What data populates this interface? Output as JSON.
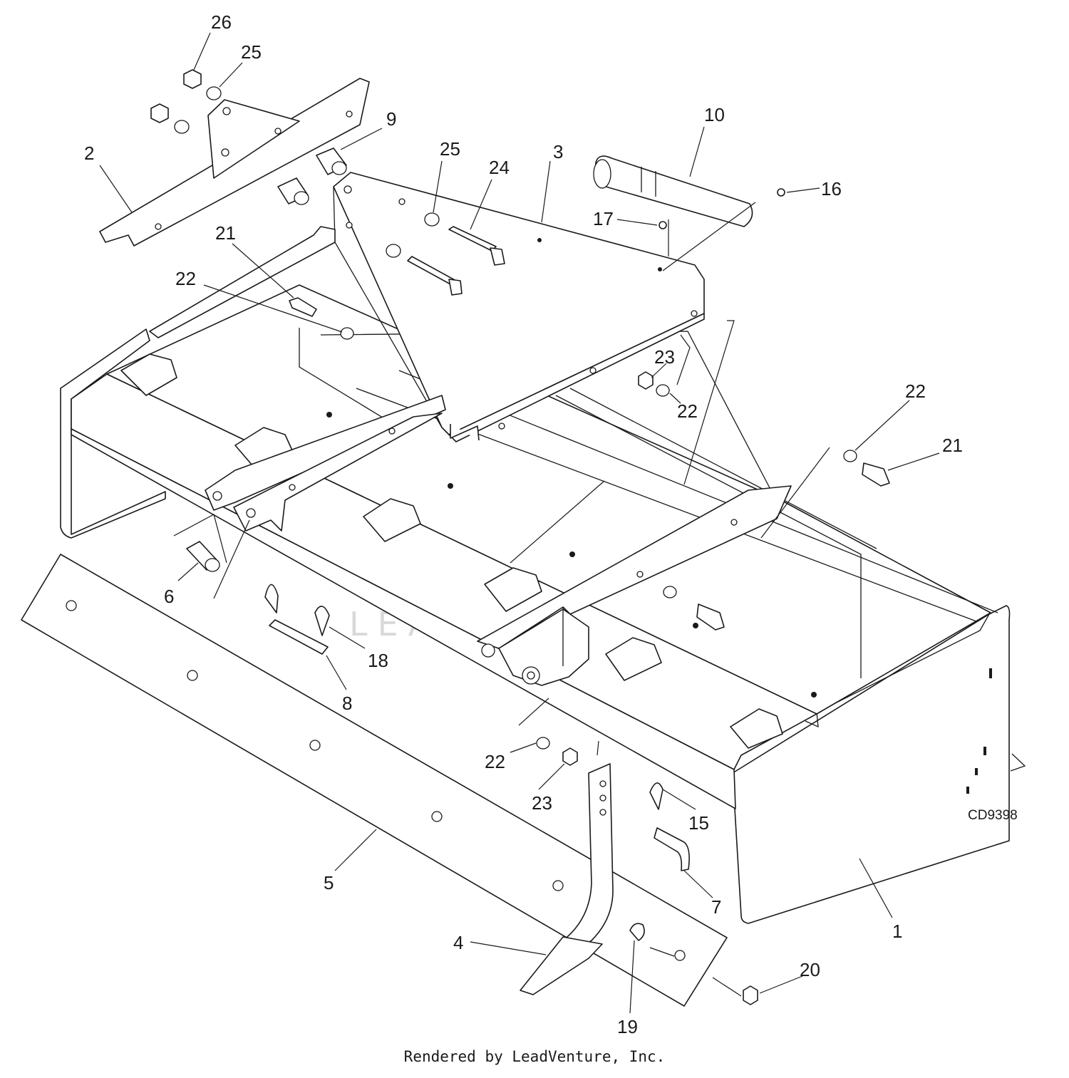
{
  "diagram": {
    "code": "CD9398",
    "watermark": "LEADVENTURE",
    "credit": "Rendered by LeadVenture, Inc.",
    "callouts": {
      "c1": "1",
      "c2": "2",
      "c3": "3",
      "c4": "4",
      "c5": "5",
      "c6": "6",
      "c7": "7",
      "c8": "8",
      "c9": "9",
      "c10": "10",
      "c15": "15",
      "c16": "16",
      "c17": "17",
      "c18": "18",
      "c19": "19",
      "c20": "20",
      "c21a": "21",
      "c21b": "21",
      "c22a": "22",
      "c22b": "22",
      "c22c": "22",
      "c22d": "22",
      "c23a": "23",
      "c23b": "23",
      "c24": "24",
      "c25a": "25",
      "c25b": "25",
      "c26": "26"
    }
  }
}
